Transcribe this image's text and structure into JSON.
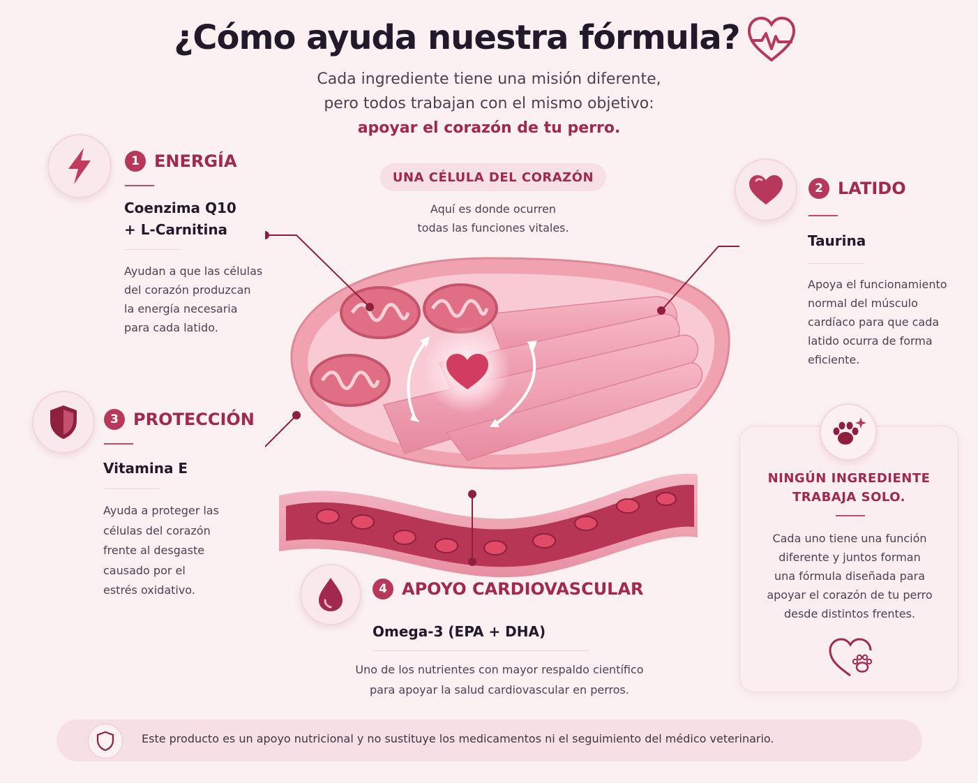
{
  "header": {
    "title": "¿Cómo ayuda nuestra fórmula?",
    "subtitle_line1": "Cada ingrediente tiene una misión diferente,",
    "subtitle_line2": "pero todos trabajan con el mismo objetivo:",
    "subtitle_highlight": "apoyar el corazón de tu perro.",
    "icon": "heart-pulse-icon"
  },
  "cell": {
    "pill_label": "UNA CÉLULA DEL CORAZÓN",
    "caption_line1": "Aquí es donde ocurren",
    "caption_line2": "todas las funciones vitales."
  },
  "sections": [
    {
      "number": "1",
      "title": "ENERGÍA",
      "icon": "lightning-icon",
      "ingredient_line1": "Coenzima Q10",
      "ingredient_line2": "+ L-Carnitina",
      "description": [
        "Ayudan a que las células",
        "del corazón produzcan",
        "la energía necesaria",
        "para cada latido."
      ]
    },
    {
      "number": "2",
      "title": "LATIDO",
      "icon": "heart-icon",
      "ingredient_line1": "Taurina",
      "description": [
        "Apoya el funcionamiento",
        "normal del músculo",
        "cardíaco para que cada",
        "latido ocurra de forma",
        "eficiente."
      ]
    },
    {
      "number": "3",
      "title": "PROTECCIÓN",
      "icon": "shield-icon",
      "ingredient_line1": "Vitamina E",
      "description": [
        "Ayuda a proteger las",
        "células del corazón",
        "frente al desgaste",
        "causado por el",
        "estrés oxidativo."
      ]
    },
    {
      "number": "4",
      "title": "APOYO CARDIOVASCULAR",
      "icon": "drop-icon",
      "ingredient_line1": "Omega-3 (EPA + DHA)",
      "description": [
        "Uno de los nutrientes con mayor respaldo científico",
        "para apoyar la salud cardiovascular en perros."
      ]
    }
  ],
  "note": {
    "icon": "paw-sparkle-icon",
    "title_line1": "NINGÚN INGREDIENTE",
    "title_line2": "TRABAJA SOLO.",
    "text": [
      "Cada uno tiene una función",
      "diferente y juntos forman",
      "una fórmula diseñada para",
      "apoyar el corazón de tu perro",
      "desde distintos frentes."
    ],
    "bottom_icon": "heart-paw-icon"
  },
  "footer": {
    "icon": "shield-outline-icon",
    "text": "Este producto es un apoyo nutricional y no sustituye los medicamentos ni el seguimiento del médico veterinario."
  },
  "colors": {
    "accent": "#a0294d",
    "badge": "#b8385b",
    "background": "#fbf1f3",
    "cell_pink": "#f2a7b4"
  }
}
